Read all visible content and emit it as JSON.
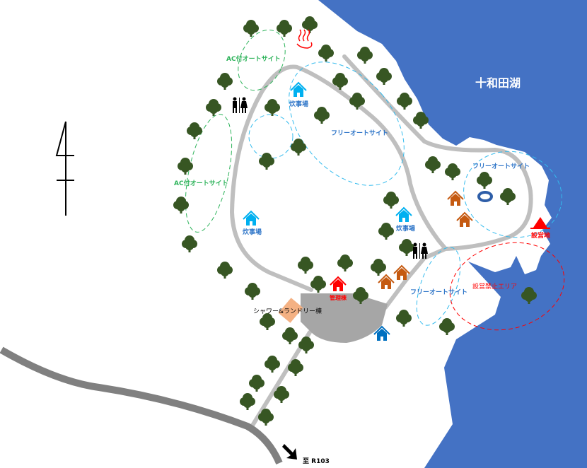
{
  "lake_name": "十和田湖",
  "labels": {
    "ac_site_top": "AC付オートサイト",
    "ac_site_left": "AC付オートサイト",
    "free_site_center": "フリーオートサイト",
    "free_site_right": "フリーオートサイト",
    "free_site_bottom": "フリーオートサイト",
    "kitchen_top": "炊事場",
    "kitchen_left": "炊事場",
    "kitchen_right": "炊事場",
    "management": "管理棟",
    "shower_laundry": "シャワー&ランドリー棟",
    "camp_area": "設営地",
    "no_camp_area": "設営禁止エリア",
    "to_road": "至 R103"
  },
  "colors": {
    "lake": "#4472c4",
    "road": "#bfbfbf",
    "main_road": "#808080",
    "tree": "#375623",
    "ac_zone": "#2db35a",
    "free_zone": "#33bbee",
    "no_camp_zone": "#ff0000",
    "cabin": "#c55a11",
    "kitchen": "#00b0f0"
  }
}
